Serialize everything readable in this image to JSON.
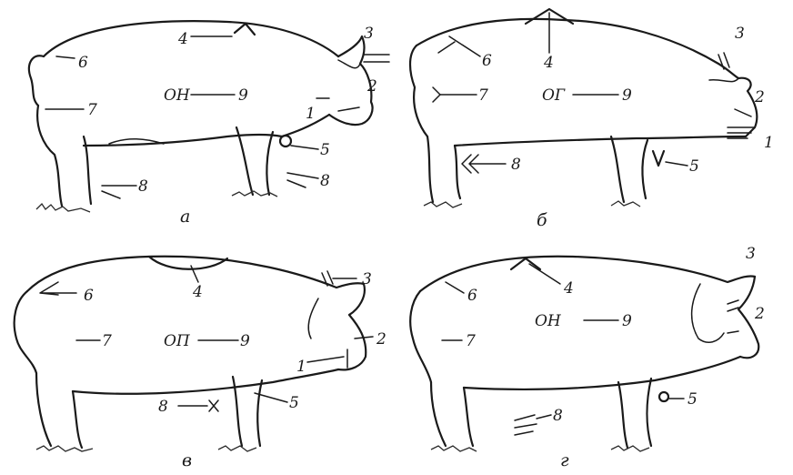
{
  "panels": [
    {
      "id": "a",
      "caption": "а",
      "labels": {
        "n1": "1",
        "n2": "2",
        "n3": "3",
        "n4": "4",
        "n5": "5",
        "n6": "6",
        "n7": "7",
        "n8a": "8",
        "n8b": "8",
        "n9": "9"
      },
      "mark": "ОН"
    },
    {
      "id": "b",
      "caption": "б",
      "labels": {
        "n1": "1",
        "n2": "2",
        "n3": "3",
        "n4": "4",
        "n5": "5",
        "n6": "6",
        "n7": "7",
        "n8": "8",
        "n9": "9"
      },
      "mark": "ОГ"
    },
    {
      "id": "v",
      "caption": "в",
      "labels": {
        "n1": "1",
        "n2": "2",
        "n3": "3",
        "n4": "4",
        "n5": "5",
        "n6": "6",
        "n7": "7",
        "n8": "8",
        "n9": "9"
      },
      "mark": "ОП"
    },
    {
      "id": "g",
      "caption": "г",
      "labels": {
        "n2": "2",
        "n3": "3",
        "n4": "4",
        "n5": "5",
        "n6": "6",
        "n7": "7",
        "n8": "8",
        "n9": "9"
      },
      "mark": "ОН"
    }
  ]
}
